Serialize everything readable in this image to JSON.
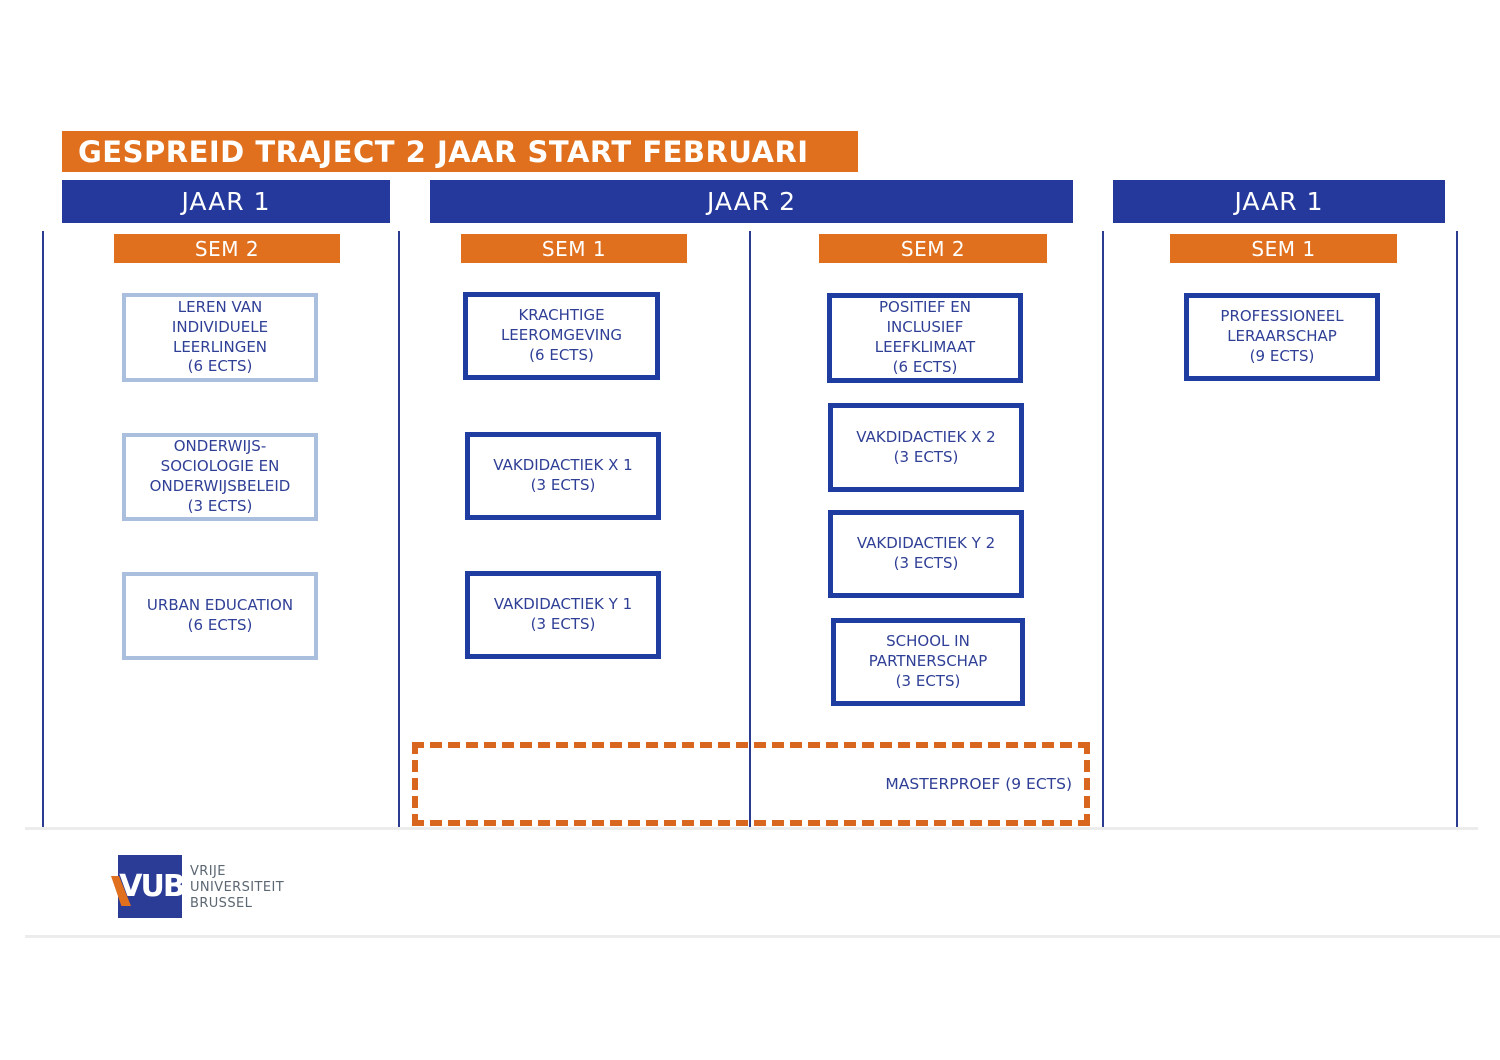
{
  "title": "GESPREID TRAJECT 2 JAAR START FEBRUARI",
  "palette": {
    "banner_orange": "#e0701e",
    "dash_orange": "#d9661f",
    "banner_blue": "#24399b",
    "dark_box_border": "#1f3da0",
    "light_box_border": "#aabede",
    "box_text_blue": "#2f3f96",
    "column_line_blue": "#2b3b8f",
    "logo_blue": "#2b3c97",
    "logo_gray": "#5b6772"
  },
  "years": [
    {
      "label": "JAAR 1"
    },
    {
      "label": "JAAR 2"
    },
    {
      "label": "JAAR 1"
    }
  ],
  "columns": [
    {
      "sem": "SEM 2",
      "boxes": [
        {
          "name": "LEREN VAN INDIVIDUELE LEERLINGEN",
          "ects": "(6 ECTS)"
        },
        {
          "name": "ONDERWIJS-SOCIOLOGIE EN ONDERWIJSBELEID",
          "ects": "(3 ECTS)"
        },
        {
          "name": "URBAN EDUCATION",
          "ects": "(6 ECTS)"
        }
      ]
    },
    {
      "sem": "SEM 1",
      "boxes": [
        {
          "name": "KRACHTIGE LEEROMGEVING",
          "ects": "(6 ECTS)"
        },
        {
          "name": "VAKDIDACTIEK X 1",
          "ects": "(3 ECTS)"
        },
        {
          "name": "VAKDIDACTIEK Y 1",
          "ects": "(3 ECTS)"
        }
      ]
    },
    {
      "sem": "SEM 2",
      "boxes": [
        {
          "name": "POSITIEF EN INCLUSIEF LEEFKLIMAAT",
          "ects": "(6 ECTS)"
        },
        {
          "name": "VAKDIDACTIEK X 2",
          "ects": "(3 ECTS)"
        },
        {
          "name": "VAKDIDACTIEK Y 2",
          "ects": "(3 ECTS)"
        },
        {
          "name": "SCHOOL IN PARTNERSCHAP",
          "ects": "(3 ECTS)"
        }
      ]
    },
    {
      "sem": "SEM 1",
      "boxes": [
        {
          "name": "PROFESSIONEEL LERAARSCHAP",
          "ects": "(9 ECTS)"
        }
      ]
    }
  ],
  "masterproef": {
    "label": "MASTERPROEF (9 ECTS)"
  },
  "logo": {
    "acronym": "VUB",
    "lines": [
      "VRIJE",
      "UNIVERSITEIT",
      "BRUSSEL"
    ]
  }
}
